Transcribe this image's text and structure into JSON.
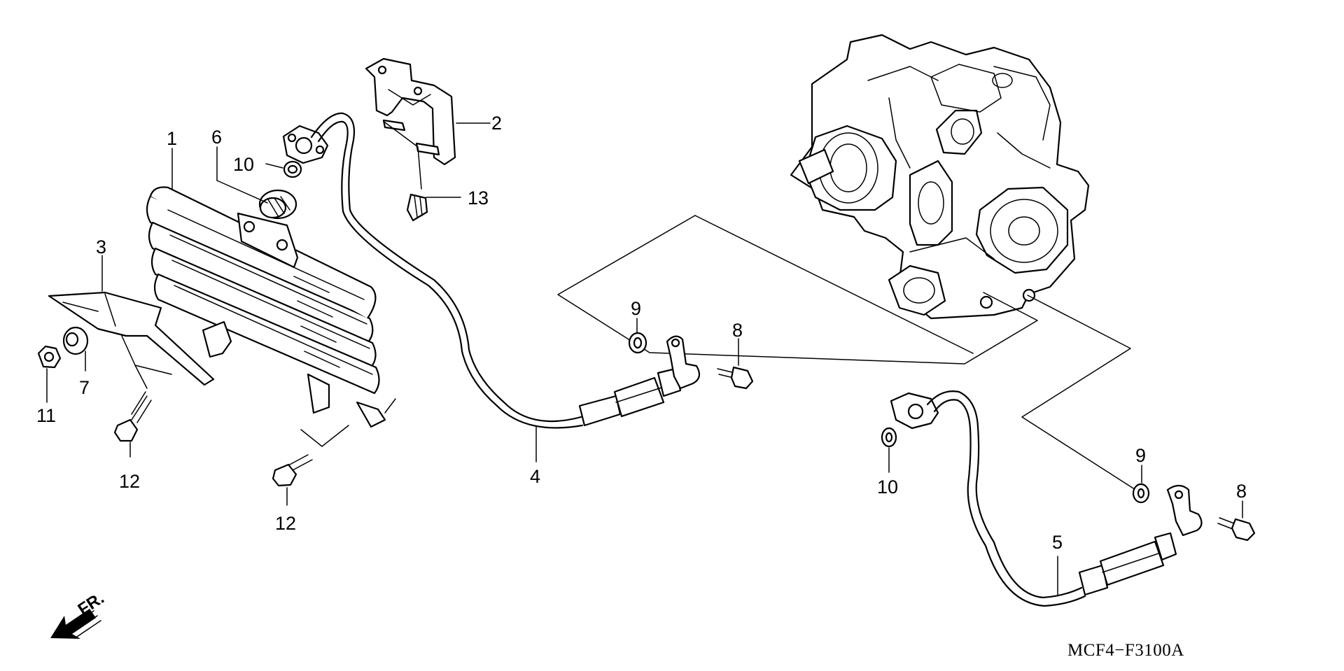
{
  "callouts": [
    {
      "id": "1",
      "label": "1"
    },
    {
      "id": "2",
      "label": "2"
    },
    {
      "id": "3",
      "label": "3"
    },
    {
      "id": "4",
      "label": "4"
    },
    {
      "id": "5",
      "label": "5"
    },
    {
      "id": "6",
      "label": "6"
    },
    {
      "id": "7",
      "label": "7"
    },
    {
      "id": "8a",
      "label": "8"
    },
    {
      "id": "8b",
      "label": "8"
    },
    {
      "id": "9a",
      "label": "9"
    },
    {
      "id": "9b",
      "label": "9"
    },
    {
      "id": "10a",
      "label": "10"
    },
    {
      "id": "10b",
      "label": "10"
    },
    {
      "id": "11",
      "label": "11"
    },
    {
      "id": "12a",
      "label": "12"
    },
    {
      "id": "12b",
      "label": "12"
    },
    {
      "id": "13",
      "label": "13"
    }
  ],
  "direction_indicator": {
    "label": "FR."
  },
  "drawing_code": "MCF4−F3100A"
}
